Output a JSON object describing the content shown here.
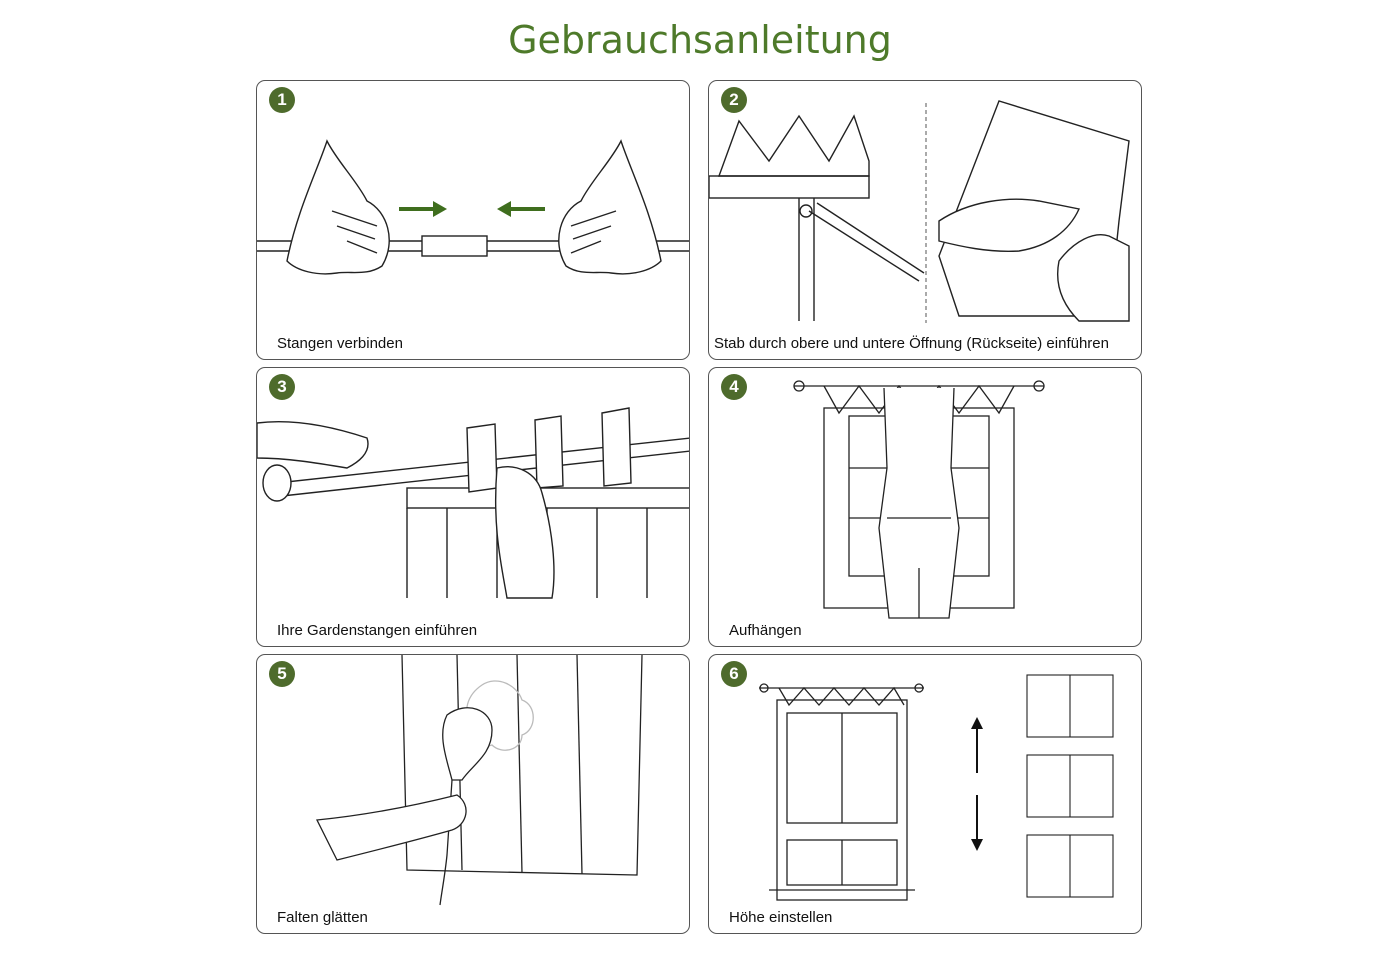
{
  "title": "Gebrauchsanleitung",
  "accent_color": "#4e7a2a",
  "badge_color": "#4e6b2c",
  "steps": [
    {
      "number": "1",
      "caption": "Stangen verbinden"
    },
    {
      "number": "2",
      "caption": "Stab durch obere und untere Öffnung (Rückseite) einführen"
    },
    {
      "number": "3",
      "caption": "Ihre Gardenstangen einführen"
    },
    {
      "number": "4",
      "caption": "Aufhängen"
    },
    {
      "number": "5",
      "caption": "Falten glätten"
    },
    {
      "number": "6",
      "caption": "Höhe einstellen"
    }
  ]
}
